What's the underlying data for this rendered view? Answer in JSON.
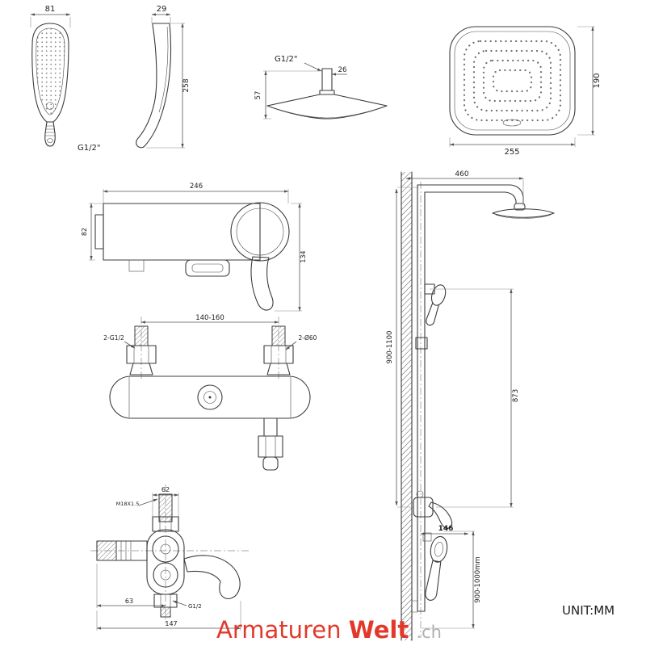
{
  "unit_label": "UNIT:MM",
  "watermark": {
    "text_main": "Armaturen",
    "text_bold": "Welt",
    "text_suffix": ".ch",
    "color_main": "#e2382a",
    "color_suffix": "#b0b0b0"
  },
  "dims": {
    "hand_width": "81",
    "hand_thread": "G1/2\"",
    "side_width": "29",
    "side_height": "258",
    "oh_thread": "G1/2\"",
    "oh_stem": "26",
    "oh_height": "57",
    "oh_width": "255",
    "oh_depth": "190",
    "mx_width": "246",
    "mx_h_left": "82",
    "mx_h_right": "134",
    "mf_spacing": "140-160",
    "mf_thread": "2-G1/2",
    "mf_escutcheon": "2-Ø60",
    "sm_width": "62",
    "sm_thread_top": "M18X1.5",
    "sm_offset": "63",
    "sm_thread_bottom": "G1/2",
    "sm_total": "147",
    "col_arm": "460",
    "col_height": "900-1100",
    "col_bar": "873",
    "col_reach": "146",
    "col_hose": "900-1000mm"
  }
}
